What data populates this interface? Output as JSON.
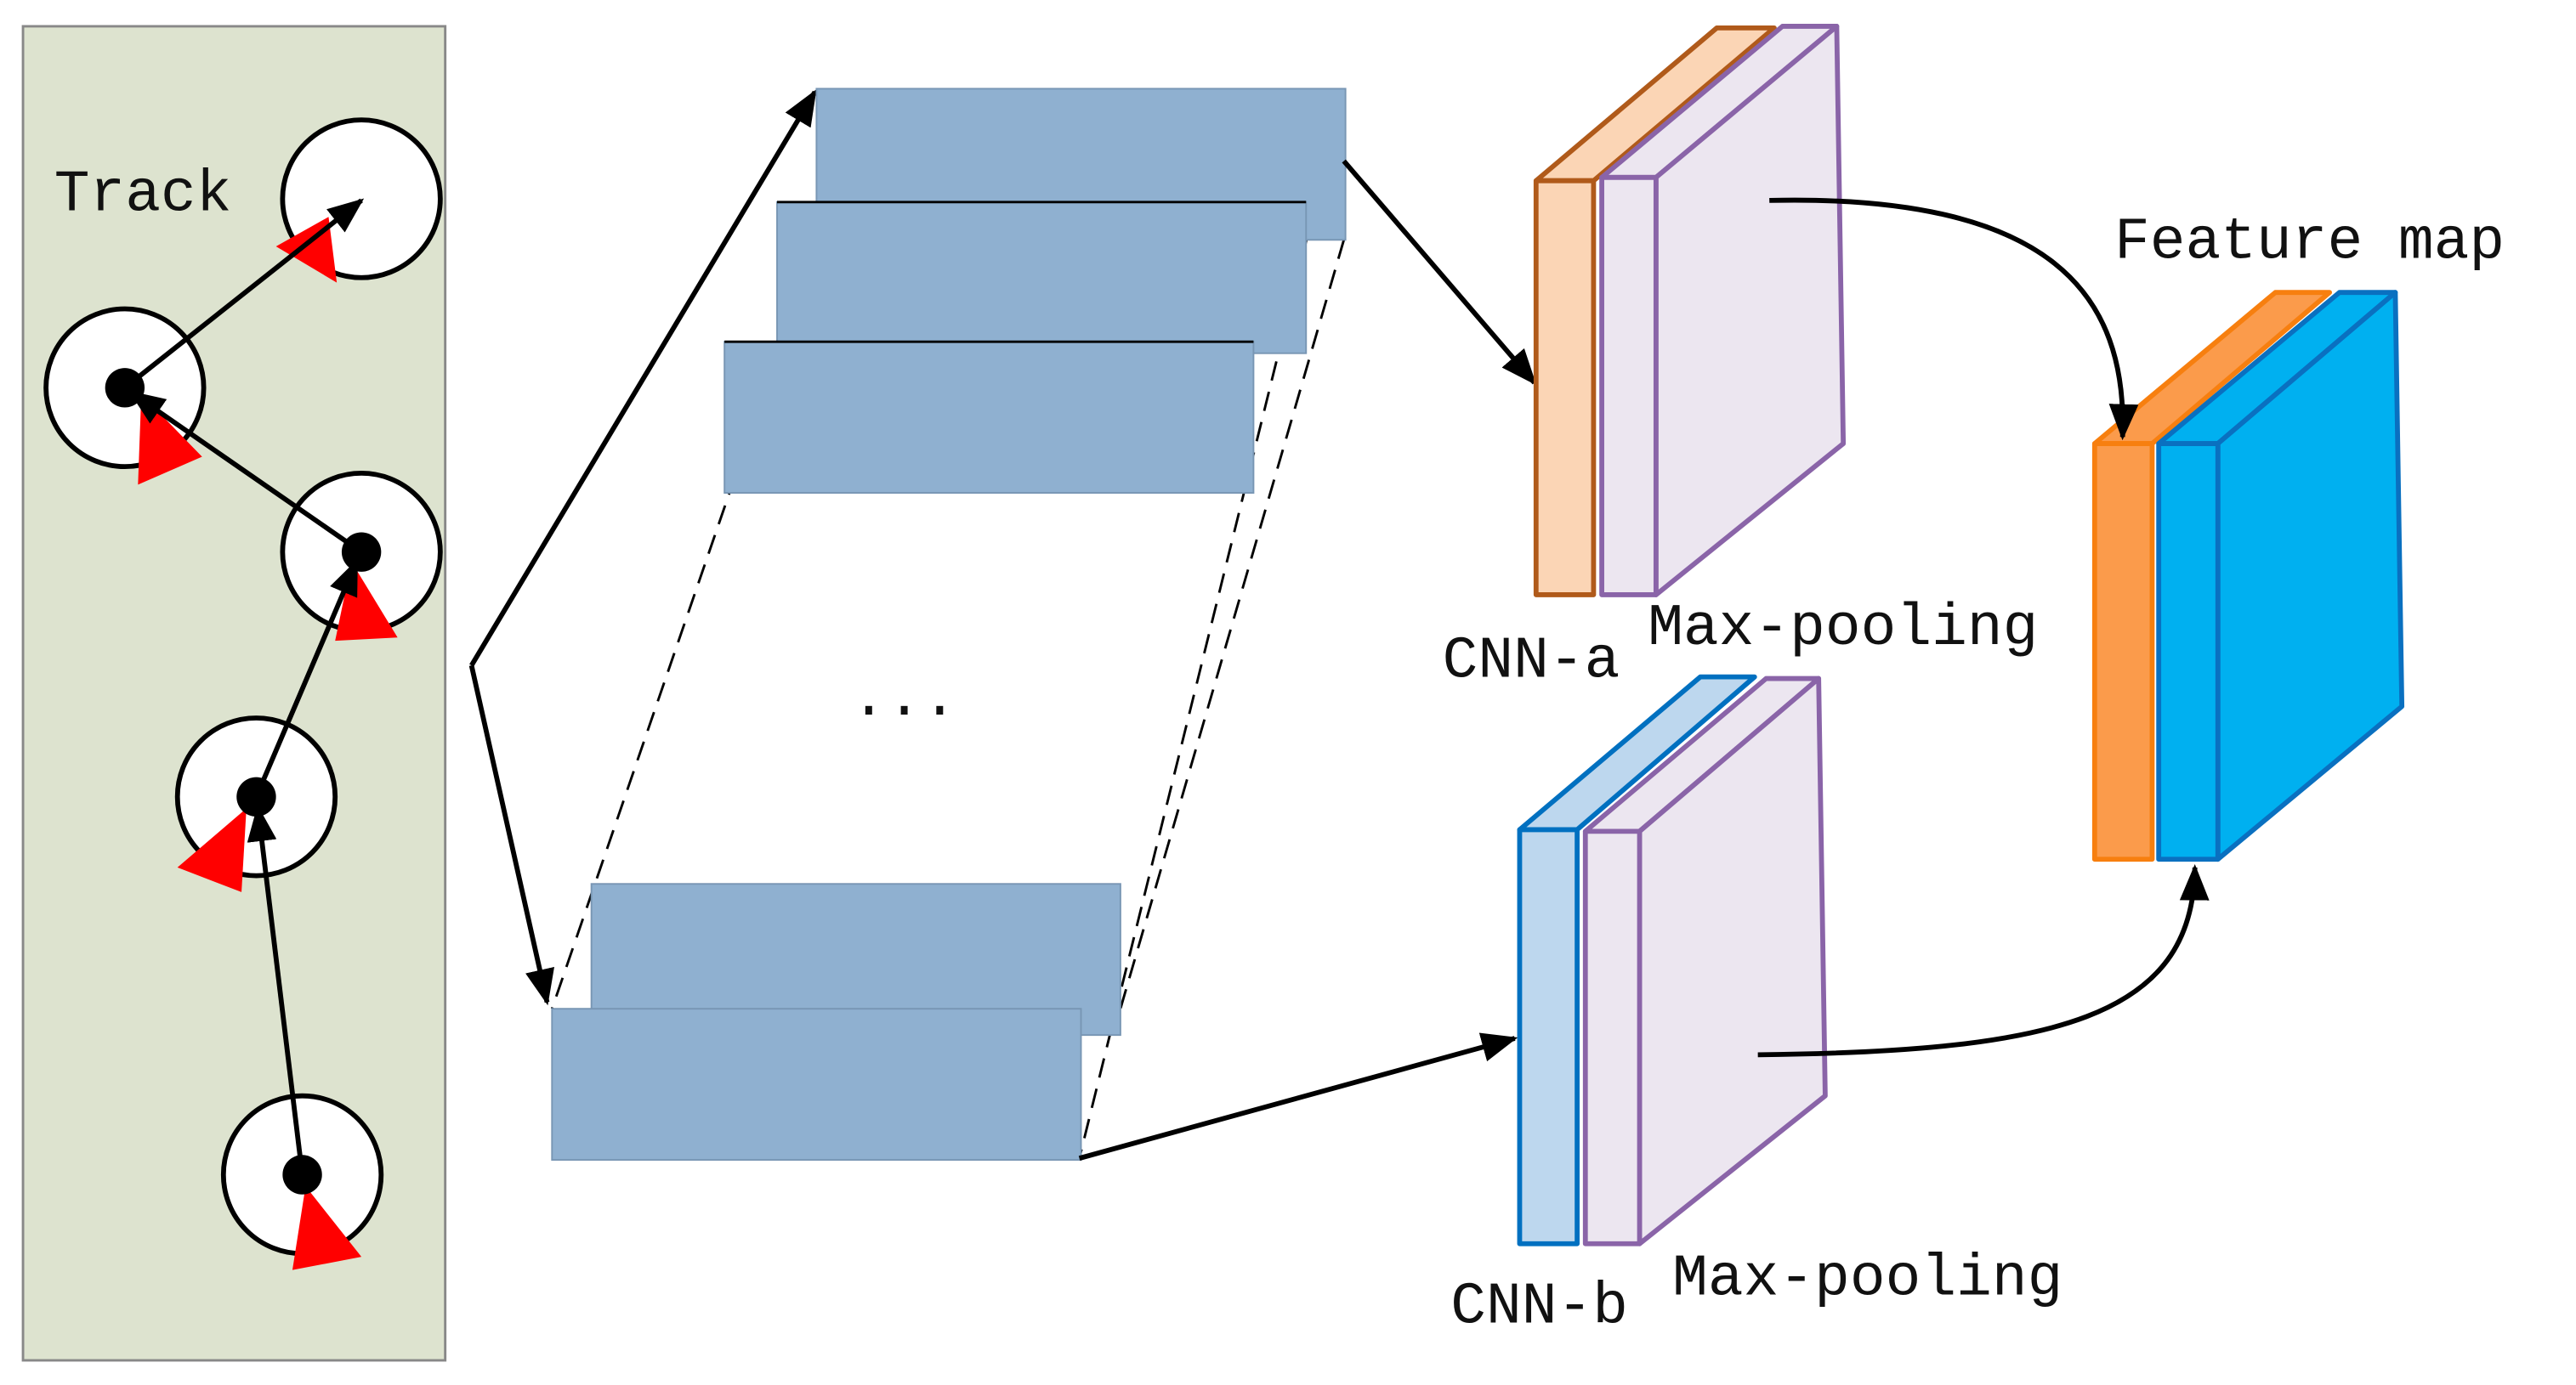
{
  "track": {
    "label": "Track"
  },
  "frames": {
    "ellipsis": "..."
  },
  "cnn_a": {
    "label": "CNN-a",
    "pool_label": "Max-pooling"
  },
  "cnn_b": {
    "label": "CNN-b",
    "pool_label": "Max-pooling"
  },
  "feature": {
    "label": "Feature map"
  },
  "colors": {
    "track_bg": "#dde3cf",
    "frame_fill": "#8fb0d0",
    "cnn_a_fill": "#fbd5b5",
    "cnn_a_stroke": "#b05a1a",
    "pool_fill": "#ece6f0",
    "pool_stroke": "#8a64a8",
    "cnn_b_fill": "#bdd7ee",
    "cnn_b_stroke": "#0070c0",
    "feat_orange": "#fb9b4b",
    "feat_blue": "#00b0f0",
    "marker_red": "#ff0000"
  }
}
